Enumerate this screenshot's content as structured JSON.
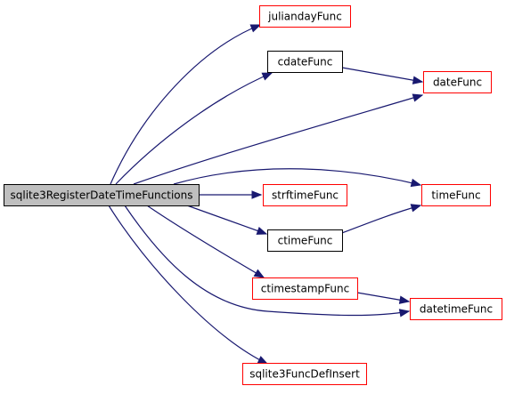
{
  "colors": {
    "edge": "#191970",
    "root_fill": "#bfbfbf",
    "root_border": "#000000",
    "black_border": "#000000",
    "red_border": "#ff0000",
    "node_fill": "#ffffff"
  },
  "nodes": [
    {
      "id": "root",
      "label": "sqlite3RegisterDateTimeFunctions",
      "style": "root"
    },
    {
      "id": "julianday",
      "label": "juliandayFunc",
      "style": "red"
    },
    {
      "id": "cdate",
      "label": "cdateFunc",
      "style": "black"
    },
    {
      "id": "date",
      "label": "dateFunc",
      "style": "red"
    },
    {
      "id": "strftime",
      "label": "strftimeFunc",
      "style": "red"
    },
    {
      "id": "time",
      "label": "timeFunc",
      "style": "red"
    },
    {
      "id": "ctime",
      "label": "ctimeFunc",
      "style": "black"
    },
    {
      "id": "ctimestamp",
      "label": "ctimestampFunc",
      "style": "red"
    },
    {
      "id": "datetime",
      "label": "datetimeFunc",
      "style": "red"
    },
    {
      "id": "funcdefinsert",
      "label": "sqlite3FuncDefInsert",
      "style": "red"
    }
  ],
  "edges": [
    {
      "from": "root",
      "to": "julianday"
    },
    {
      "from": "root",
      "to": "cdate"
    },
    {
      "from": "root",
      "to": "date"
    },
    {
      "from": "root",
      "to": "time"
    },
    {
      "from": "root",
      "to": "strftime"
    },
    {
      "from": "root",
      "to": "ctime"
    },
    {
      "from": "root",
      "to": "ctimestamp"
    },
    {
      "from": "root",
      "to": "datetime"
    },
    {
      "from": "root",
      "to": "funcdefinsert"
    },
    {
      "from": "cdate",
      "to": "date"
    },
    {
      "from": "ctime",
      "to": "time"
    },
    {
      "from": "ctimestamp",
      "to": "datetime"
    }
  ]
}
